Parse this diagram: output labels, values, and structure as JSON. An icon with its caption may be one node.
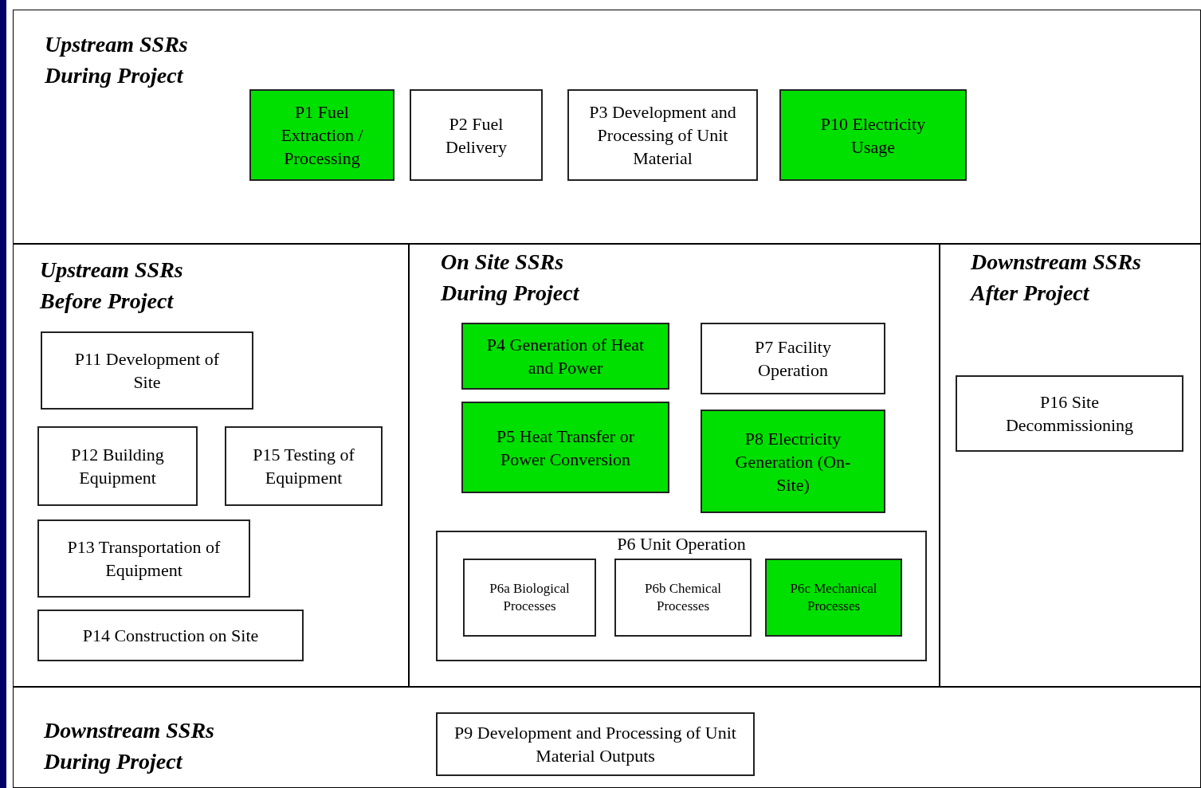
{
  "diagram": {
    "nodes": [
      {
        "text": [
          "Upstream SSRs During Project"
        ]
      },
      {
        "text": [
          "P1 Fuel Extraction / Processing"
        ],
        "in": 0
      },
      {
        "text": [
          "P2 Fuel Delivery"
        ],
        "in": 0
      },
      {
        "text": [
          "P3 Development and Processing of Unit Material"
        ],
        "in": 0
      },
      {
        "text": [
          "P10 Electricity Usage"
        ],
        "in": 0
      },
      {
        "text": [
          "Upstream SSRs Before Project"
        ]
      },
      {
        "text": [
          "P11 Development of Site"
        ],
        "in": 5
      },
      {
        "text": [
          "P12 Building Equipment"
        ],
        "in": 5
      },
      {
        "text": [
          "P15 Testing of Equipment"
        ],
        "in": 5
      },
      {
        "text": [
          "P13 Transportation of Equipment"
        ],
        "in": 5
      },
      {
        "text": [
          "P14 Construction on Site"
        ],
        "in": 5
      },
      {
        "text": [
          "On Site SSRs During Project"
        ]
      },
      {
        "text": [
          "P4 Generation of Heat and Power"
        ],
        "in": 11
      },
      {
        "text": [
          "P7 Facility Operation"
        ],
        "in": 11
      },
      {
        "text": [
          "P5 Heat Transfer or Power Conversion"
        ],
        "in": 11
      },
      {
        "text": [
          "P8 Electricity Generation (On-Site)"
        ],
        "in": 11
      },
      {
        "text": [
          "P6 Unit Operation"
        ],
        "in": 11
      },
      {
        "text": [
          "P6a Biological Processes"
        ],
        "in": 16
      },
      {
        "text": [
          "P6b Chemical Processes"
        ],
        "in": 16
      },
      {
        "text": [
          "P6c Mechanical Processes"
        ],
        "in": 16
      },
      {
        "text": [
          "Downstream SSRs After Project"
        ]
      },
      {
        "text": [
          "P16 Site Decommissioning"
        ],
        "in": 20
      },
      {
        "text": [
          "Downstream SSRs During Project"
        ]
      },
      {
        "text": [
          "P9 Development and Processing of Unit Material Outputs"
        ],
        "in": 22
      }
    ]
  }
}
